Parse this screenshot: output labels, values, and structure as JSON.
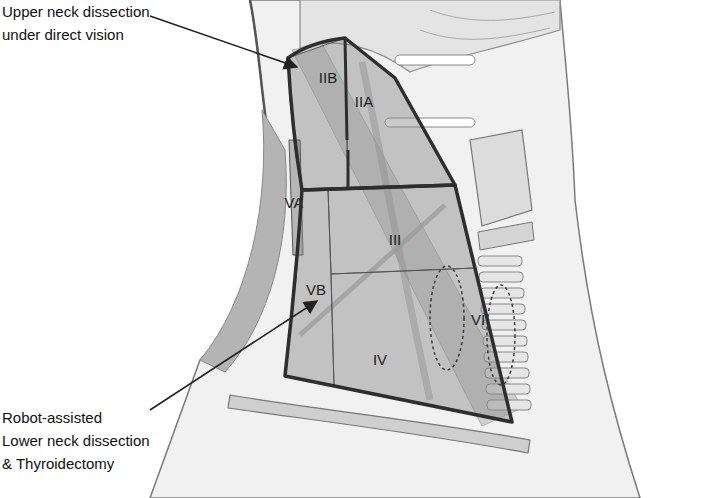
{
  "diagram": {
    "nodes": [
      {
        "text": [
          "IIB"
        ]
      },
      {
        "text": [
          "IIA"
        ]
      },
      {
        "text": [
          "VA"
        ]
      },
      {
        "text": [
          "III"
        ]
      },
      {
        "text": [
          "VB"
        ]
      },
      {
        "text": [
          "IV"
        ]
      },
      {
        "text": [
          "VI"
        ]
      }
    ],
    "labels": [
      "Upper neck dissection under direct vision",
      "Robot-assisted Lower neck dissection & Thyroidectomy"
    ]
  }
}
